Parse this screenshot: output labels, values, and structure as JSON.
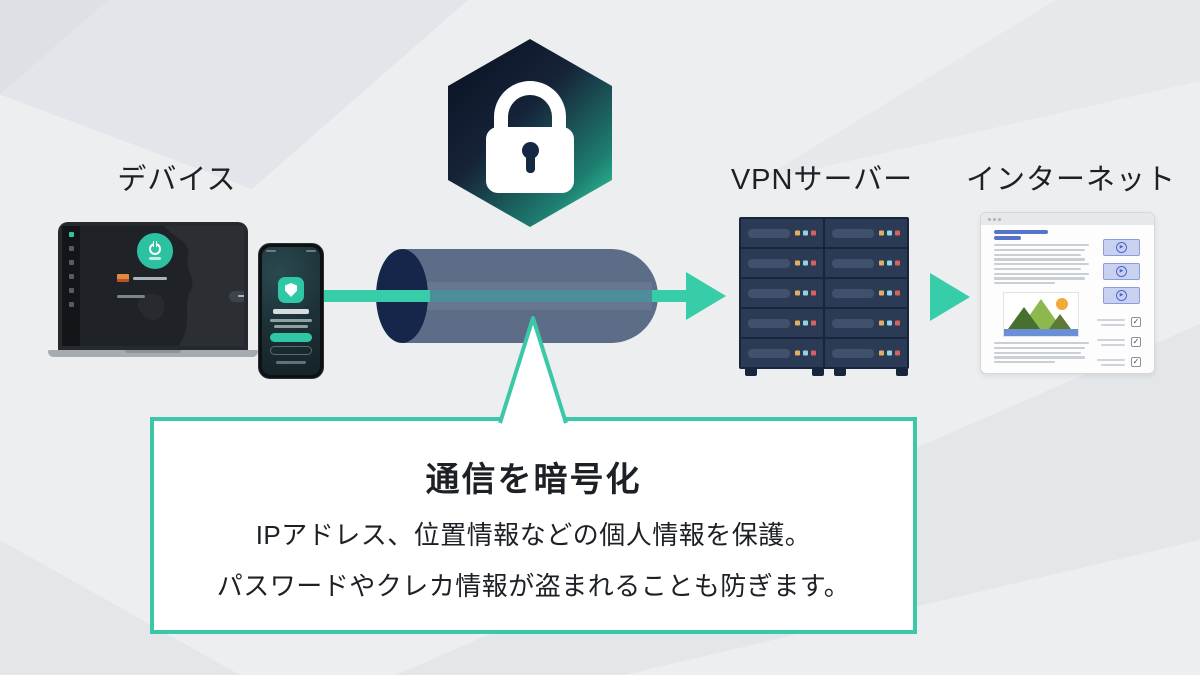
{
  "labels": {
    "device": "デバイス",
    "vpn_server": "VPNサーバー",
    "internet": "インターネット"
  },
  "callout": {
    "title": "通信を暗号化",
    "line1": "IPアドレス、位置情報などの個人情報を保護。",
    "line2": "パスワードやクレカ情報が盗まれることも防ぎます。"
  },
  "icons": {
    "lock": "lock-icon",
    "shield": "shield-icon",
    "power": "power-icon",
    "play": "play-icon",
    "checkmark": "checkmark-icon"
  },
  "glyphs": {
    "play": "▶",
    "check": "✓"
  },
  "colors": {
    "accent_teal": "#38cda9",
    "callout_border": "#3cc8a8",
    "tunnel_body": "#5d6d87",
    "tunnel_entrance": "#16264a",
    "hexagon_gradient_start": "#0d1628",
    "hexagon_gradient_end": "#36e2ad",
    "server_body": "#2c3b55",
    "led_yellow": "#e2ae62",
    "led_blue": "#92d4de",
    "led_red": "#d5625e",
    "background": "#eceef0"
  }
}
